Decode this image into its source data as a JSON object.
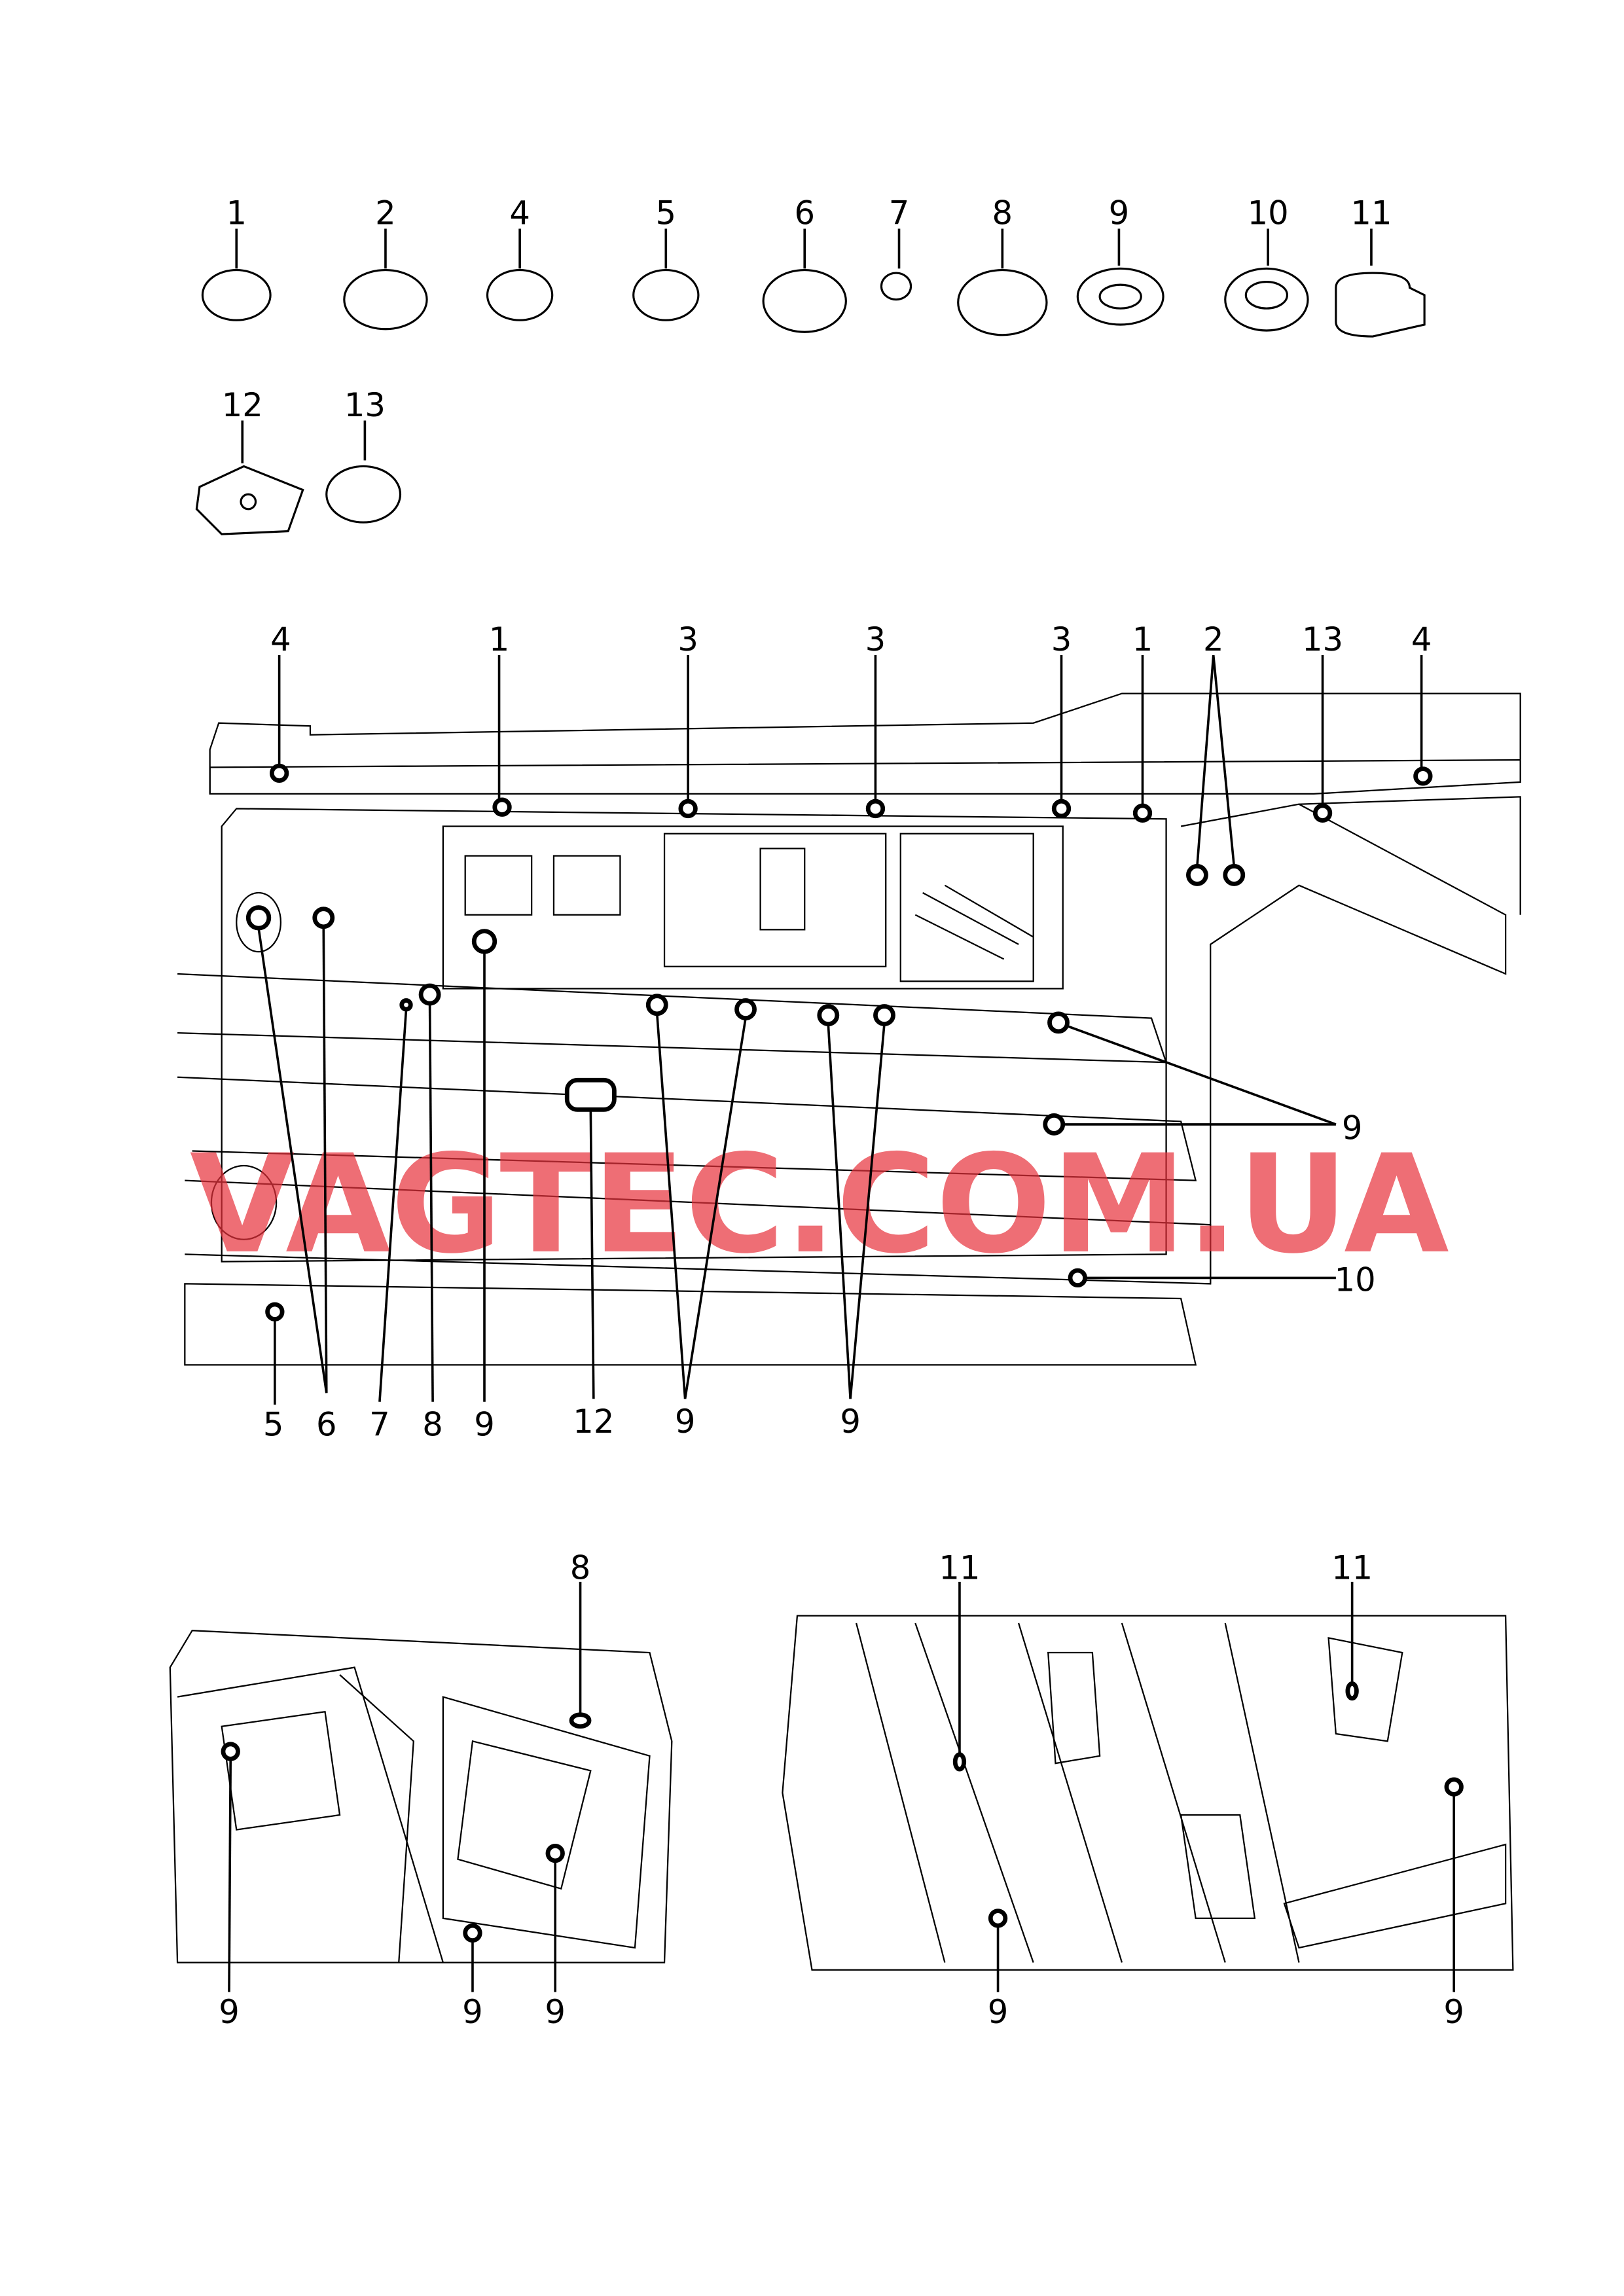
{
  "diagram": {
    "watermark": "VAGTEC.COM.UA",
    "parts_row1": [
      "1",
      "2",
      "4",
      "5",
      "6",
      "7",
      "8",
      "9",
      "10",
      "11"
    ],
    "parts_row2": [
      "12",
      "13"
    ],
    "main_top_callouts": [
      "4",
      "1",
      "3",
      "3",
      "3",
      "1",
      "2",
      "13",
      "4"
    ],
    "main_bottom_callouts": [
      "5",
      "6",
      "7",
      "8",
      "9",
      "12",
      "9",
      "9"
    ],
    "main_right_callouts": [
      "9",
      "10"
    ],
    "lower_left_callouts": [
      "8",
      "9",
      "9",
      "9"
    ],
    "lower_right_callouts": [
      "11",
      "11",
      "9",
      "9"
    ]
  }
}
